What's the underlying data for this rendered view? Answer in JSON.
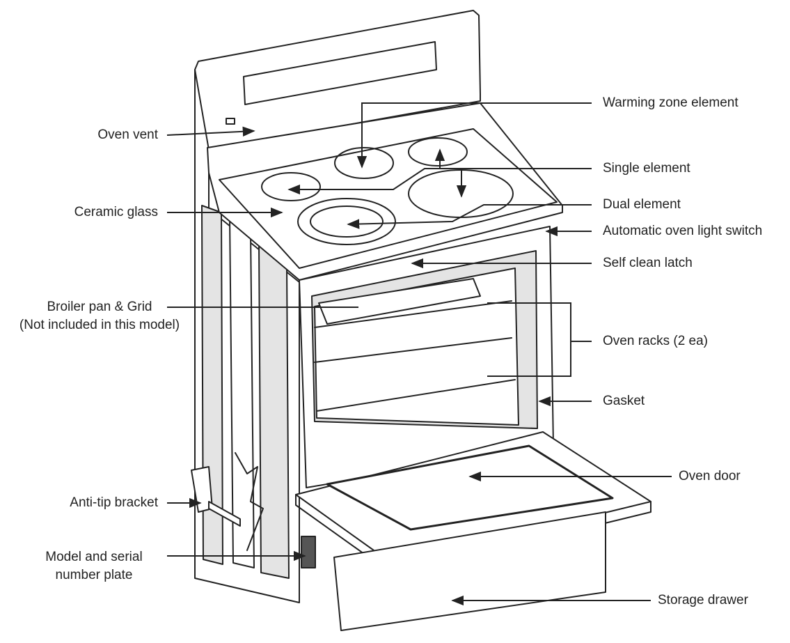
{
  "diagram": {
    "labels": {
      "oven_vent": "Oven vent",
      "ceramic_glass": "Ceramic glass",
      "broiler_line1": "Broiler pan & Grid",
      "broiler_line2": "(Not included in this model)",
      "anti_tip_bracket": "Anti-tip bracket",
      "model_serial_line1": "Model and serial",
      "model_serial_line2": "number plate",
      "warming_zone_element": "Warming zone element",
      "single_element": "Single element",
      "dual_element": "Dual element",
      "automatic_oven_light_switch": "Automatic oven light switch",
      "self_clean_latch": "Self clean latch",
      "oven_racks": "Oven racks (2 ea)",
      "gasket": "Gasket",
      "oven_door": "Oven door",
      "storage_drawer": "Storage drawer"
    },
    "colors": {
      "line": "#222222",
      "panel_fill": "#ffffff",
      "shade": "#e4e4e4",
      "dark": "#555555"
    }
  }
}
